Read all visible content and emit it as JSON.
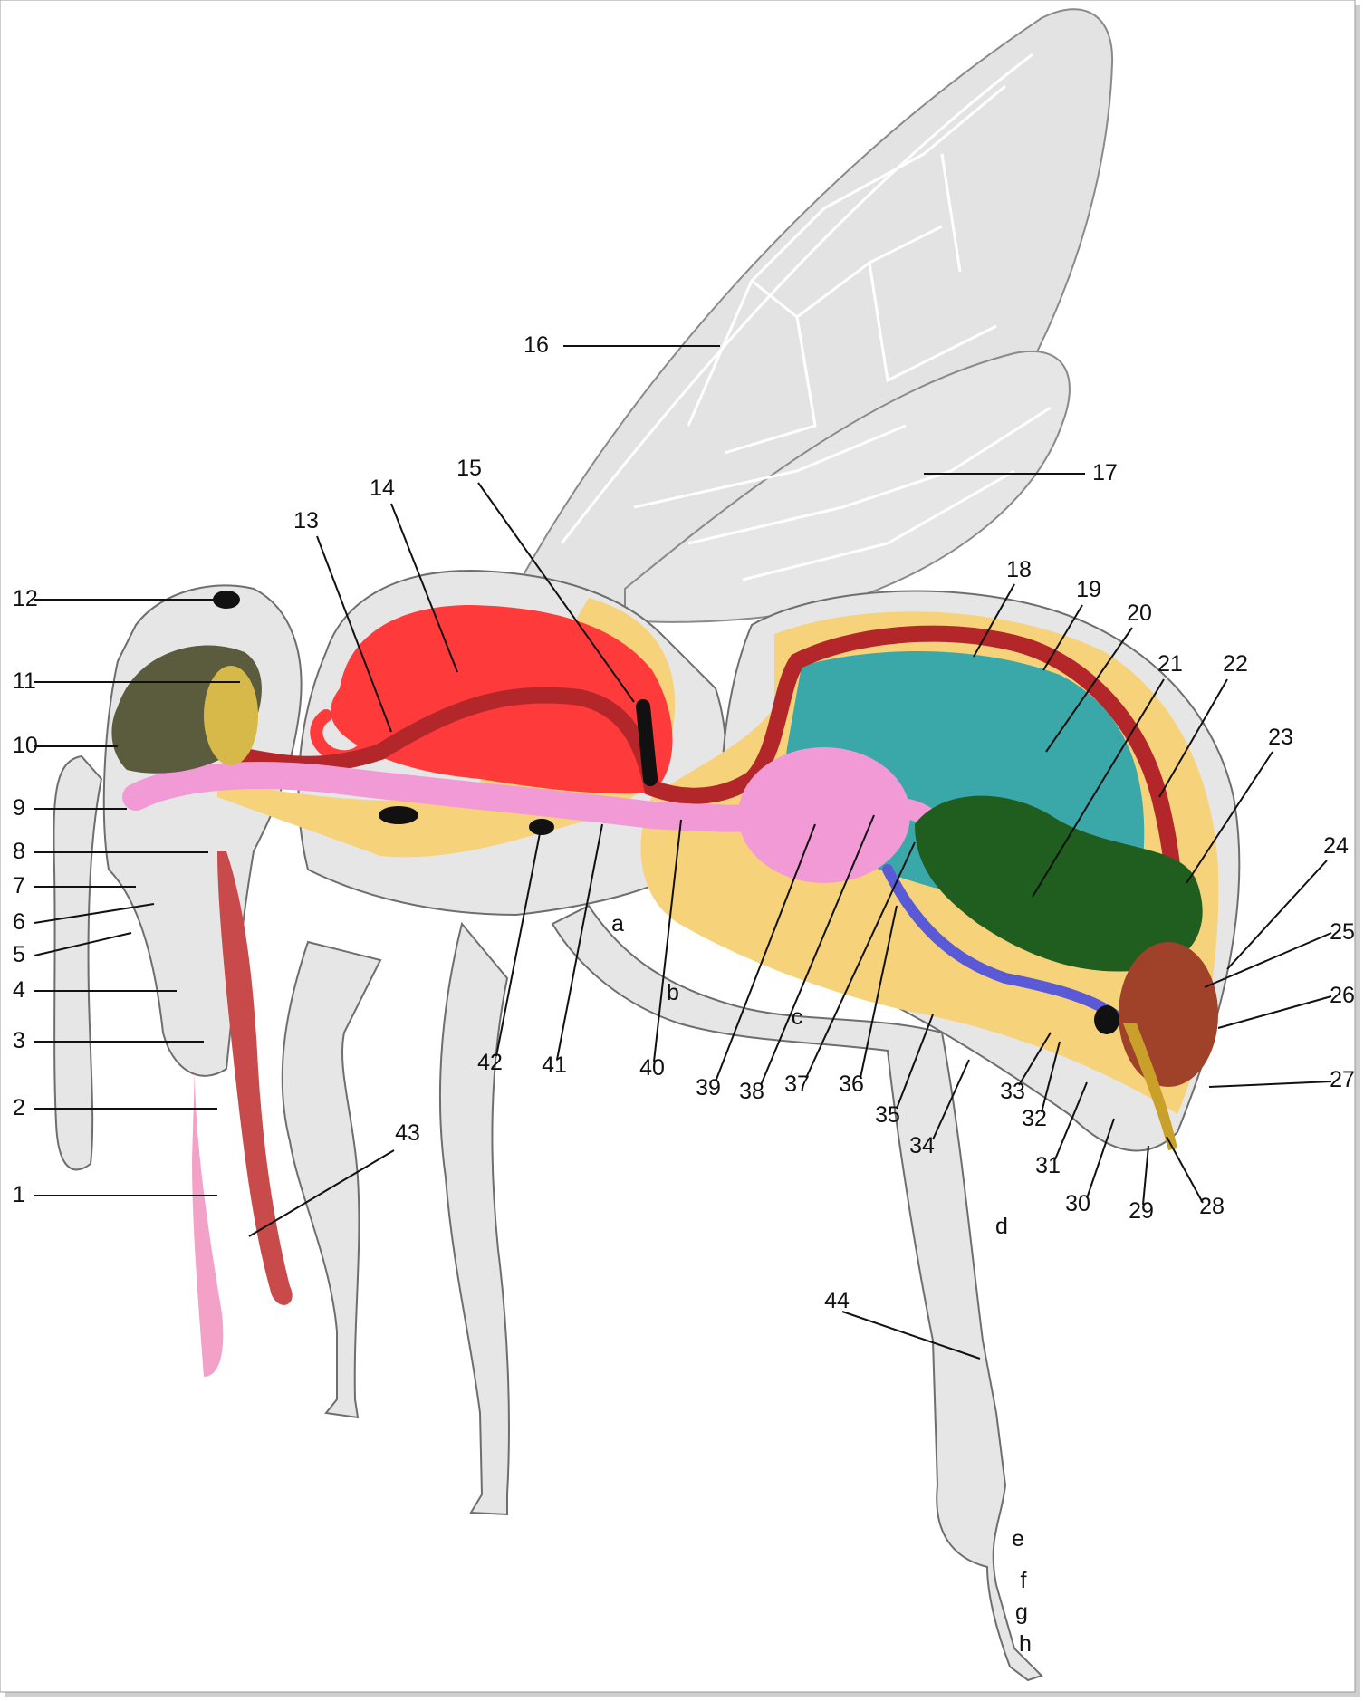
{
  "diagram": {
    "labels": [
      "1",
      "2",
      "3",
      "4",
      "5",
      "6",
      "7",
      "8",
      "9",
      "10",
      "11",
      "12",
      "13",
      "14",
      "15",
      "16",
      "17",
      "18",
      "19",
      "20",
      "21",
      "22",
      "23",
      "24",
      "25",
      "26",
      "27",
      "28",
      "29",
      "30",
      "31",
      "32",
      "33",
      "34",
      "35",
      "36",
      "37",
      "38",
      "39",
      "40",
      "41",
      "42",
      "43",
      "44"
    ],
    "segment_labels": [
      "a",
      "b",
      "c",
      "d",
      "e",
      "f",
      "g",
      "h"
    ]
  },
  "colors": {
    "body": "#e6e6e6",
    "outline": "#6e6e6e",
    "flight_muscle": "#ff2b2b",
    "digestive_pink": "#f29ad6",
    "fat_yellow": "#f6d27a",
    "hemolymph_teal": "#3aa8a8",
    "ventriculus_green": "#1f5e1e",
    "dorsal_vessel": "#b3262a",
    "nerve_blue": "#5a5ad6",
    "glands_olive": "#5b5b3d",
    "muscle_brown": "#a0412a",
    "ganglia_black": "#111111",
    "sting_gold": "#c9a12a"
  }
}
